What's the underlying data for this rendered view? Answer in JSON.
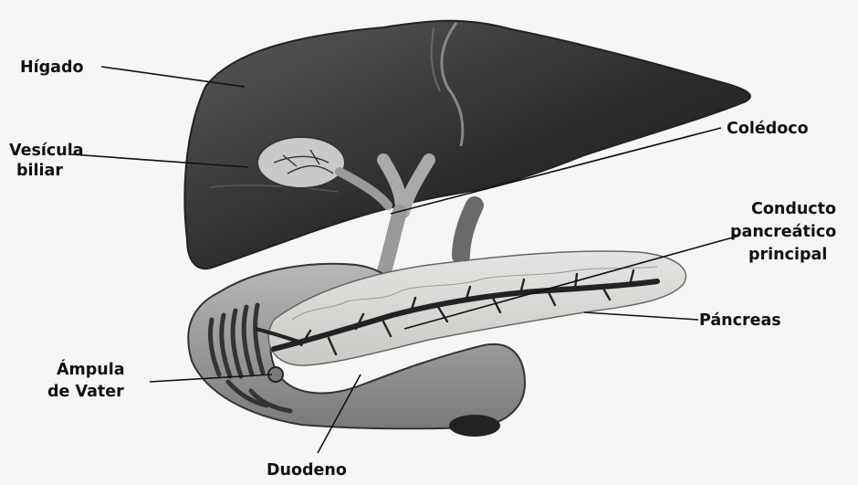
{
  "labels": {
    "higado": "Hígado",
    "vesicula_1": "Vesícula",
    "vesicula_2": "biliar",
    "coledoco": "Colédoco",
    "conducto_1": "Conducto",
    "conducto_2": "pancreático",
    "conducto_3": "principal",
    "pancreas": "Páncreas",
    "ampula_1": "Ámpula",
    "ampula_2": "de Vater",
    "duodeno": "Duodeno"
  }
}
